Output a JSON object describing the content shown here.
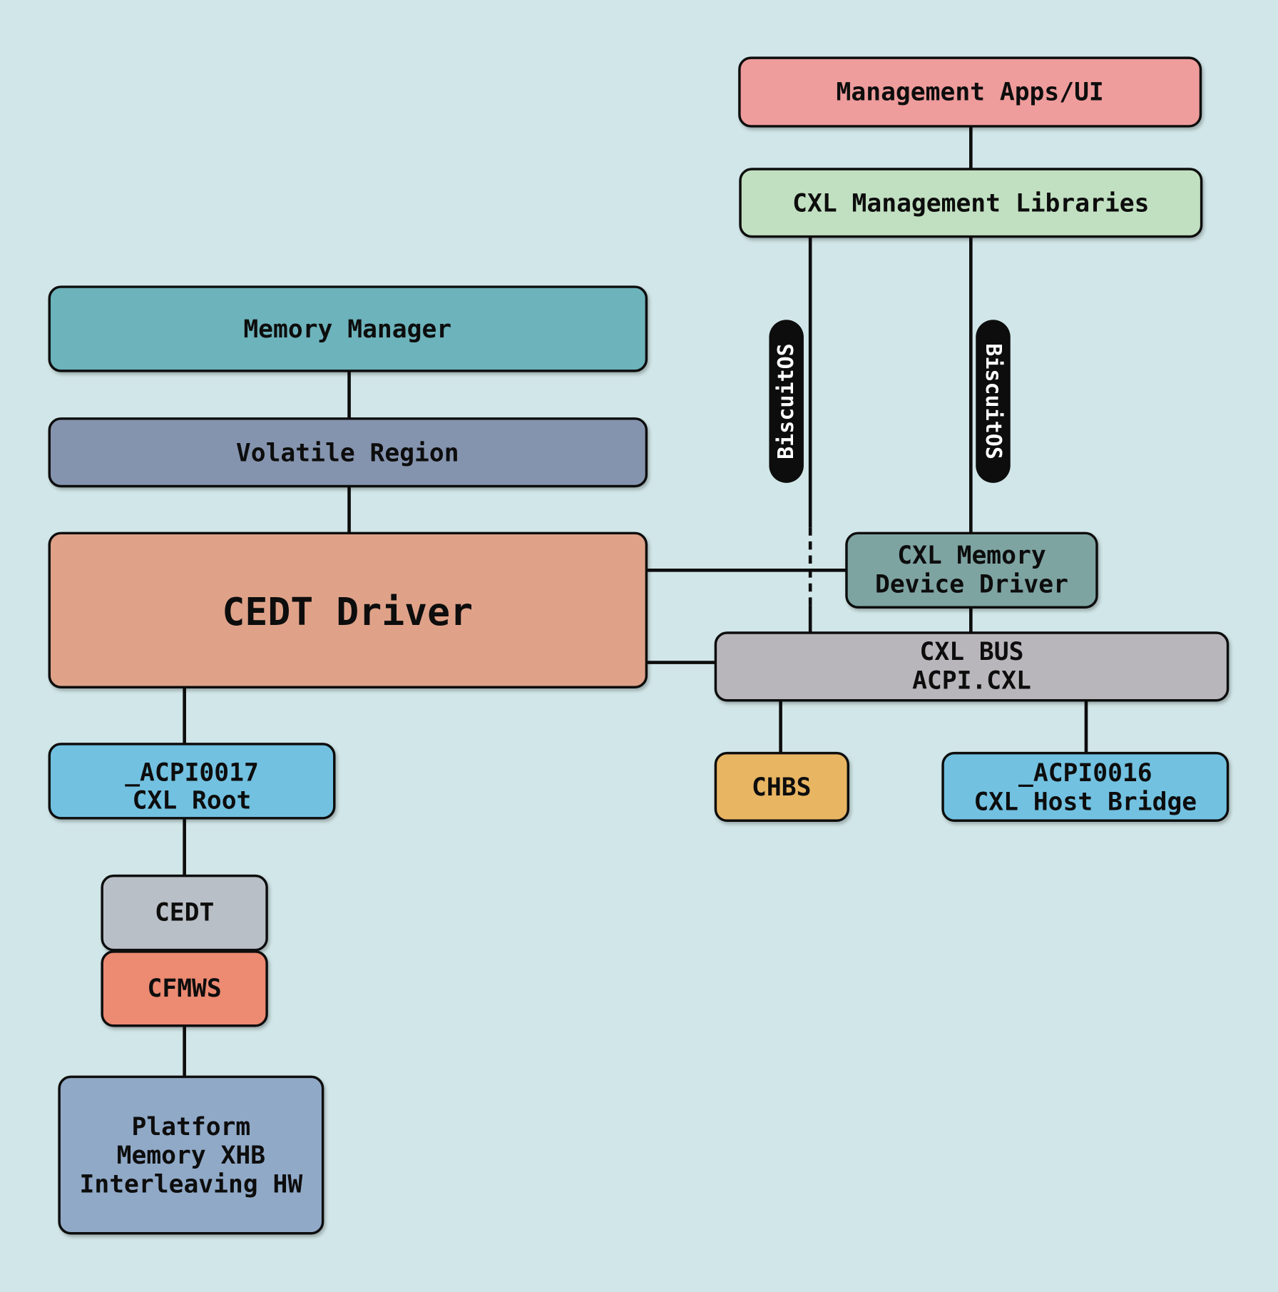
{
  "colors": {
    "background": "#d1e6e8",
    "management_apps": "#ef9c9c",
    "cxl_mgmt_libs": "#c1e0c1",
    "memory_manager": "#6db3bb",
    "volatile_region": "#8594ae",
    "cedt_driver": "#dfa289",
    "cxl_mem_driver": "#7ea4a2",
    "cxl_bus": "#b8b6bb",
    "chbs": "#e8b563",
    "acpi0016": "#72c1e1",
    "acpi0017": "#72c1e1",
    "cedt": "#b9bfc6",
    "cfmws": "#ec8a72",
    "platform": "#90a9c7"
  },
  "nodes": {
    "management_apps": {
      "lines": [
        "Management Apps/UI"
      ]
    },
    "cxl_mgmt_libs": {
      "lines": [
        "CXL Management Libraries"
      ]
    },
    "memory_manager": {
      "lines": [
        "Memory Manager"
      ]
    },
    "volatile_region": {
      "lines": [
        "Volatile Region"
      ]
    },
    "cedt_driver": {
      "lines": [
        "CEDT Driver"
      ]
    },
    "cxl_mem_driver": {
      "lines": [
        "CXL Memory",
        "Device Driver"
      ]
    },
    "cxl_bus": {
      "lines": [
        "CXL BUS",
        "ACPI.CXL"
      ]
    },
    "chbs": {
      "lines": [
        "CHBS"
      ]
    },
    "acpi0016": {
      "lines": [
        "_ACPI0016",
        "CXL Host Bridge"
      ]
    },
    "acpi0017": {
      "lines": [
        "_ACPI0017",
        "CXL Root"
      ]
    },
    "cedt": {
      "lines": [
        "CEDT"
      ]
    },
    "cfmws": {
      "lines": [
        "CFMWS"
      ]
    },
    "platform": {
      "lines": [
        "Platform",
        "Memory XHB",
        "Interleaving HW"
      ]
    }
  },
  "badges": {
    "left": "BiscuitOS",
    "right": "BiscuitOS"
  }
}
